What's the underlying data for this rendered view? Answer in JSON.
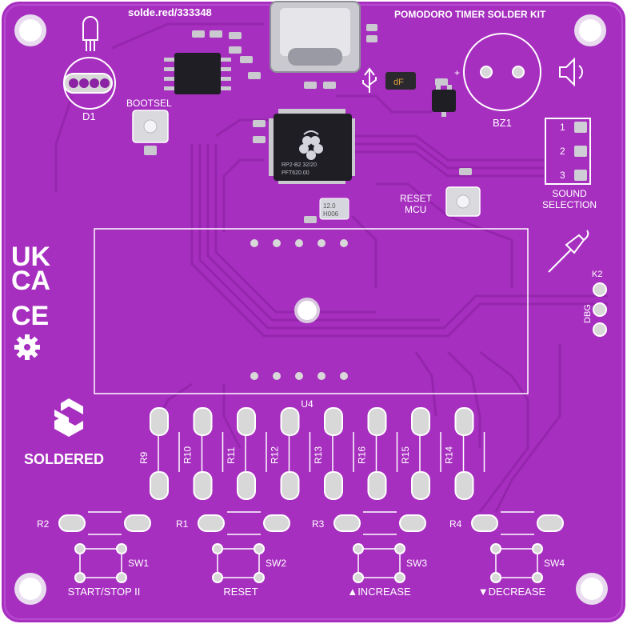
{
  "board": {
    "url": "solde.red/333348",
    "title": "POMODORO TIMER SOLDER KIT",
    "brand": "SOLDERED",
    "colors": {
      "board": "#a72fc0",
      "edge": "#8c22a4",
      "trace": "#9526ad",
      "silkscreen": "#ffffff",
      "pad": "#d8d8d8",
      "chip": "#1e1e24"
    }
  },
  "labels": {
    "d1": "D1",
    "bootsel": "BOOTSEL",
    "bz1": "BZ1",
    "sound_selection": "SOUND\nSELECTION",
    "sound_1": "1",
    "sound_2": "2",
    "sound_3": "3",
    "reset_mcu_1": "RESET",
    "reset_mcu_2": "MCU",
    "k2": "K2",
    "dbg": "DBG",
    "u4": "U4",
    "cert_uk": "UK",
    "cert_ca": "CA",
    "cert_ce": "CE",
    "chip_text_1": "RP2-B2  32/20",
    "chip_text_2": "PFT620.00",
    "crystal_text_1": "12.0",
    "crystal_text_2": "H006",
    "cap_text": "dF"
  },
  "resistors_vertical": [
    {
      "ref": "R9"
    },
    {
      "ref": "R10"
    },
    {
      "ref": "R11"
    },
    {
      "ref": "R12"
    },
    {
      "ref": "R13"
    },
    {
      "ref": "R16"
    },
    {
      "ref": "R15"
    },
    {
      "ref": "R14"
    }
  ],
  "resistors_horizontal": [
    {
      "ref": "R2"
    },
    {
      "ref": "R1"
    },
    {
      "ref": "R3"
    },
    {
      "ref": "R4"
    }
  ],
  "switches": [
    {
      "ref": "SW1",
      "label": "START/STOP II"
    },
    {
      "ref": "SW2",
      "label": "RESET"
    },
    {
      "ref": "SW3",
      "label": "▲INCREASE"
    },
    {
      "ref": "SW4",
      "label": "▼DECREASE"
    }
  ]
}
